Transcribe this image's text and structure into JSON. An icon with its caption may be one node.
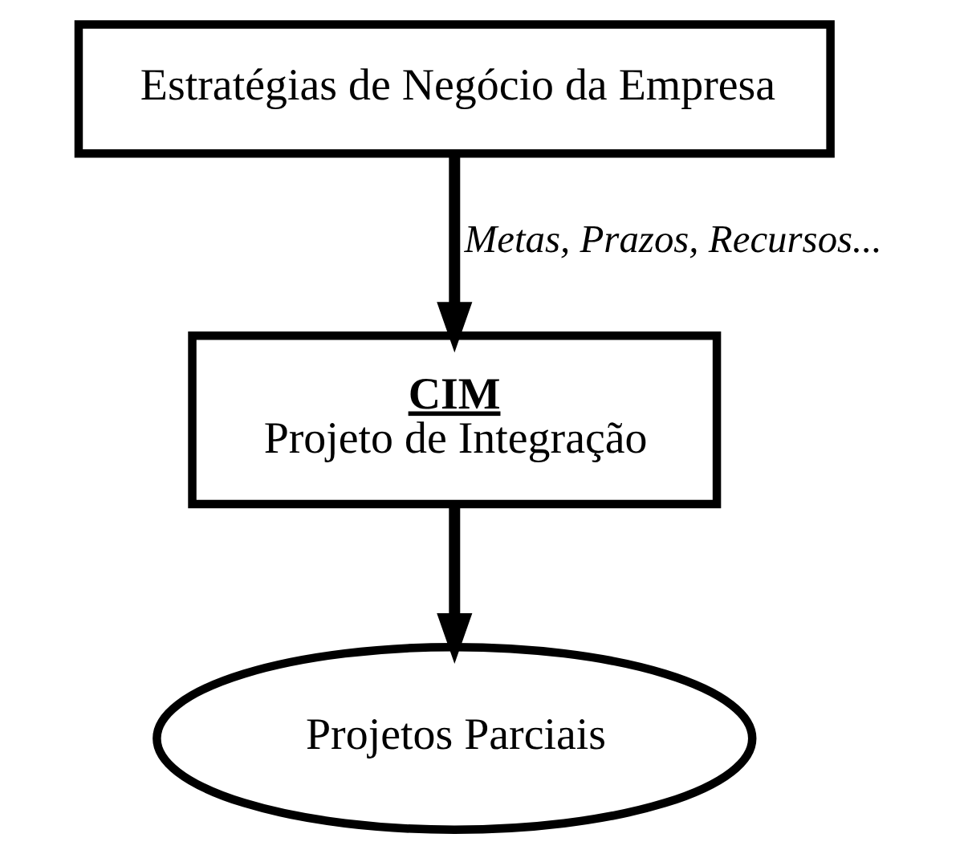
{
  "diagram": {
    "nodes": [
      {
        "text": [
          "Estratégias de Negócio da Empresa"
        ]
      },
      {
        "text": [
          "CIM",
          "Projeto de Integração"
        ]
      },
      {
        "text": [
          "Projetos Parciais"
        ]
      }
    ],
    "edges": [
      {
        "from": 0,
        "to": 1,
        "arrow": "to",
        "label": "Metas, Prazos, Recursos..."
      },
      {
        "from": 1,
        "to": 2,
        "arrow": "to"
      }
    ]
  }
}
